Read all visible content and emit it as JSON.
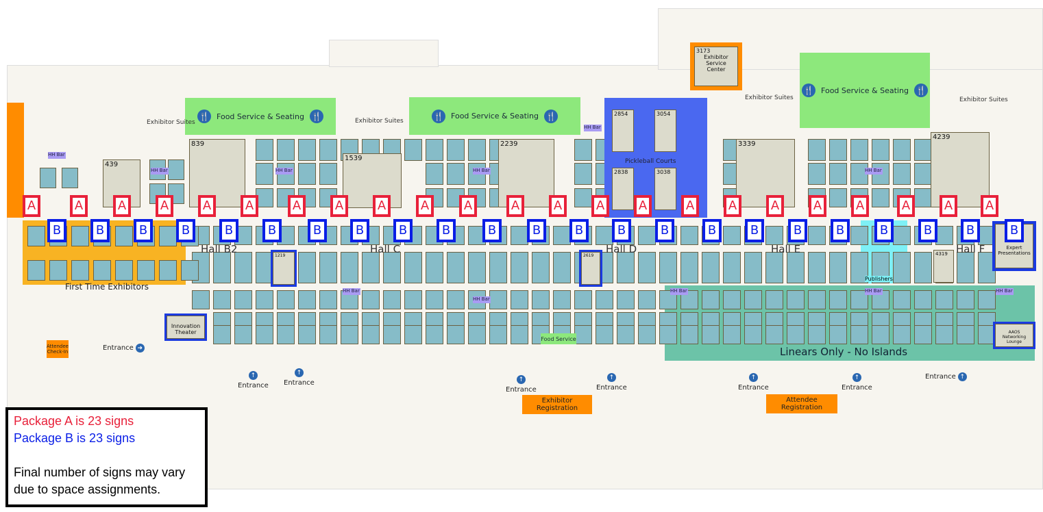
{
  "legend": {
    "package_a": "Package A is 23 signs",
    "package_b": "Package B is 23 signs",
    "note": "Final number of signs may vary due to space assignments."
  },
  "colors": {
    "package_a": "#e8213a",
    "package_b": "#0a1ee6",
    "booth": "#86bcc8",
    "food": "#8de87c",
    "first_time": "#f8b323",
    "linears": "#6cc3a8"
  },
  "halls": [
    "Hall B2",
    "Hall C",
    "Hall D",
    "Hall E",
    "Hall F"
  ],
  "areas": {
    "food_service": "Food Service & Seating",
    "food_service_small": "Food Service",
    "exhibitor_suites": "Exhibitor Suites",
    "hh_bar": "HH Bar",
    "pickleball": "Pickleball Courts",
    "first_time": "First Time Exhibitors",
    "linears": "Linears Only - No Islands",
    "service_center": "Exhibitor Service Center",
    "innovation": "Innovation Theater",
    "networking": "AAOS Networking Lounge",
    "expert": "Expert Presentations",
    "publisher": "Publishers",
    "entrance": "Entrance",
    "attendee_checkin": "Attendee Check-In",
    "exhibitor_reg": "Exhibitor Registration",
    "attendee_reg": "Attendee Registration"
  },
  "booths": {
    "b439": "439",
    "b839": "839",
    "b1539": "1539",
    "b2239": "2239",
    "b3339": "3339",
    "b4239": "4239",
    "b3173": "3173",
    "b2854": "2854",
    "b3054": "3054",
    "b2838": "2838",
    "b3038": "3038",
    "b1219": "1219",
    "b2619": "2619",
    "b4319": "4319"
  },
  "signs": {
    "a": "A",
    "b": "B",
    "count_a": 23,
    "count_b": 23
  }
}
